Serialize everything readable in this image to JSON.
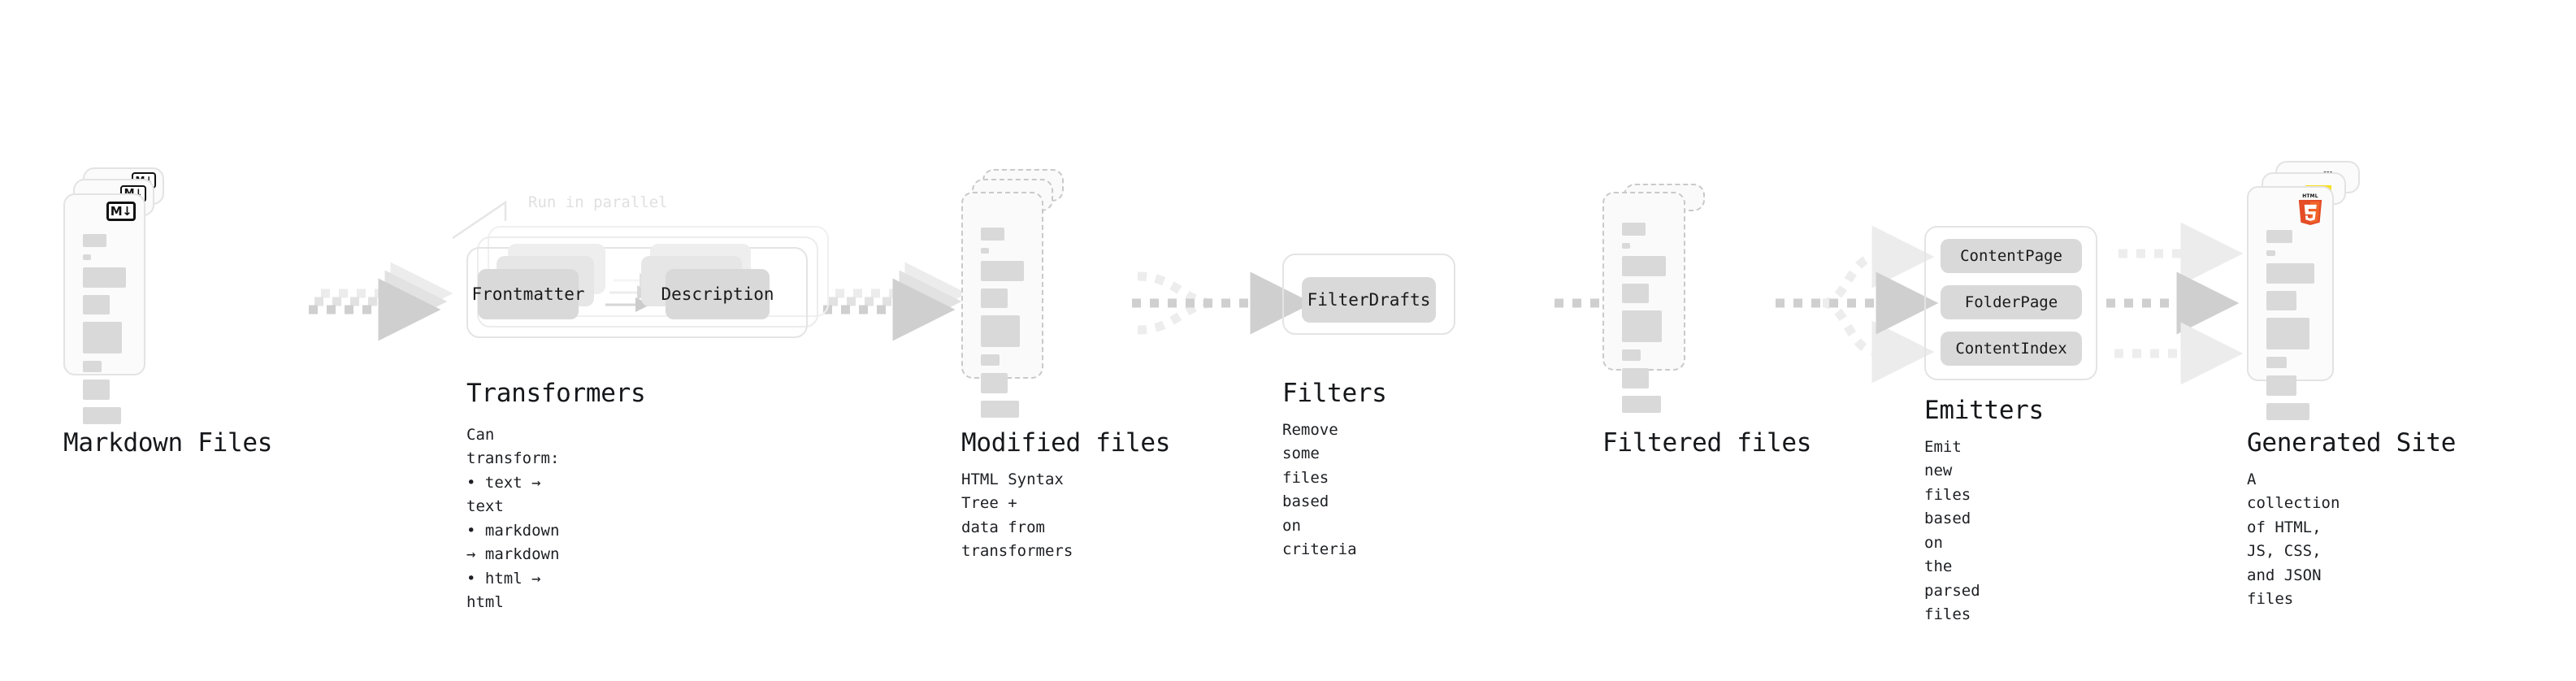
{
  "diagram": {
    "type": "pipeline-flow",
    "background": "#ffffff",
    "accent_colors": {
      "bar": "#d9d9d9",
      "chip": "#d9d9d9",
      "card_border": "#e3e3e3",
      "dashed_border": "#c9c9c9",
      "arrow": "#cfcfcf",
      "arrow_faded": "#ededed",
      "html5": "#e44d26",
      "css3": "#264de4",
      "js": "#f7df1e"
    },
    "stages": [
      {
        "id": "markdown-files",
        "title": "Markdown Files",
        "subtitle": "",
        "icon": "markdown-icon",
        "icon_label": "M↓",
        "card_style": "solid",
        "stack": 3
      },
      {
        "id": "transformers",
        "title": "Transformers",
        "subtitle": "Can transform:\n• text → text\n• markdown → markdown\n• html → html",
        "note": "Run in parallel",
        "card_style": "panel",
        "stack": 3,
        "chips": [
          "Frontmatter",
          "Description"
        ]
      },
      {
        "id": "modified-files",
        "title": "Modified files",
        "subtitle": "HTML Syntax Tree +\ndata from transformers",
        "card_style": "dashed",
        "stack": 3
      },
      {
        "id": "filters",
        "title": "Filters",
        "subtitle": "Remove some files based\non criteria",
        "card_style": "panel",
        "stack": 1,
        "chips": [
          "FilterDrafts"
        ]
      },
      {
        "id": "filtered-files",
        "title": "Filtered files",
        "subtitle": "",
        "card_style": "dashed",
        "stack": 3
      },
      {
        "id": "emitters",
        "title": "Emitters",
        "subtitle": "Emit new files based on\nthe parsed files",
        "card_style": "panel",
        "stack": 1,
        "chips": [
          "ContentPage",
          "FolderPage",
          "ContentIndex"
        ]
      },
      {
        "id": "generated-site",
        "title": "Generated Site",
        "subtitle": "A collection of HTML,\nJS, CSS, and JSON files",
        "icon": "html5-icon",
        "icon_label": "HTML5",
        "back_icons": [
          "css3-icon",
          "javascript-icon"
        ],
        "card_style": "solid",
        "stack": 3
      }
    ],
    "connectors": [
      {
        "id": "md-to-transformers",
        "from": "markdown-files",
        "to": "transformers",
        "style": "dashed-stack-3"
      },
      {
        "id": "transformers-to-modified",
        "from": "transformers",
        "to": "modified-files",
        "style": "dashed-stack-3"
      },
      {
        "id": "modified-to-filters",
        "from": "modified-files",
        "to": "filters",
        "style": "dashed-merge"
      },
      {
        "id": "filters-to-filtered",
        "from": "filters",
        "to": "filtered-files",
        "style": "dashed-single"
      },
      {
        "id": "filtered-to-emitters",
        "from": "filtered-files",
        "to": "emitters",
        "style": "dashed-fanout-3"
      },
      {
        "id": "emitters-to-site",
        "from": "emitters",
        "to": "generated-site",
        "style": "dashed-parallel-3"
      }
    ]
  }
}
